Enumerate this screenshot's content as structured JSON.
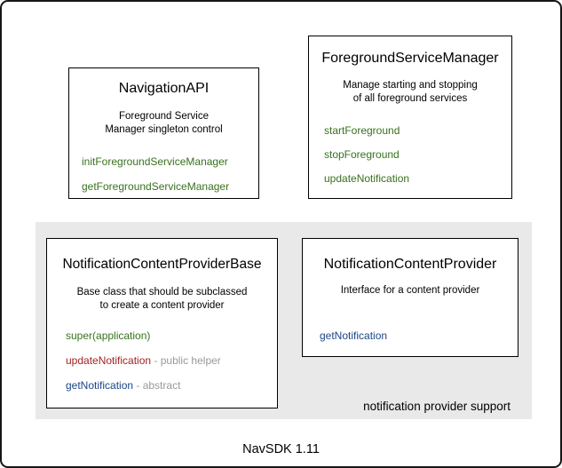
{
  "window": {
    "caption": "NavSDK 1.11"
  },
  "colors": {
    "green": "#38721d",
    "red": "#a42222",
    "blue": "#1c4587",
    "gray": "#999999",
    "panel": "#e9e9e9"
  },
  "boxes": {
    "navigation_api": {
      "title": "NavigationAPI",
      "desc1": "Foreground Service",
      "desc2": "Manager singleton control",
      "methods": {
        "m1": "initForegroundServiceManager",
        "m2": "getForegroundServiceManager"
      }
    },
    "foreground_service_manager": {
      "title": "ForegroundServiceManager",
      "desc1": "Manage starting and stopping",
      "desc2": "of all foreground services",
      "methods": {
        "m1": "startForeground",
        "m2": "stopForeground",
        "m3": "updateNotification"
      }
    },
    "notification_content_provider_base": {
      "title": "NotificationContentProviderBase",
      "desc1": "Base class that should be subclassed",
      "desc2": "to create a content provider",
      "methods": {
        "m1": "super(application)",
        "m2": "updateNotification",
        "m2_suffix": " - public helper",
        "m3": "getNotification",
        "m3_suffix": " - abstract"
      }
    },
    "notification_content_provider": {
      "title": "NotificationContentProvider",
      "desc1": "Interface for a content provider",
      "methods": {
        "m1": "getNotification"
      }
    }
  },
  "panel": {
    "label": "notification provider support"
  }
}
